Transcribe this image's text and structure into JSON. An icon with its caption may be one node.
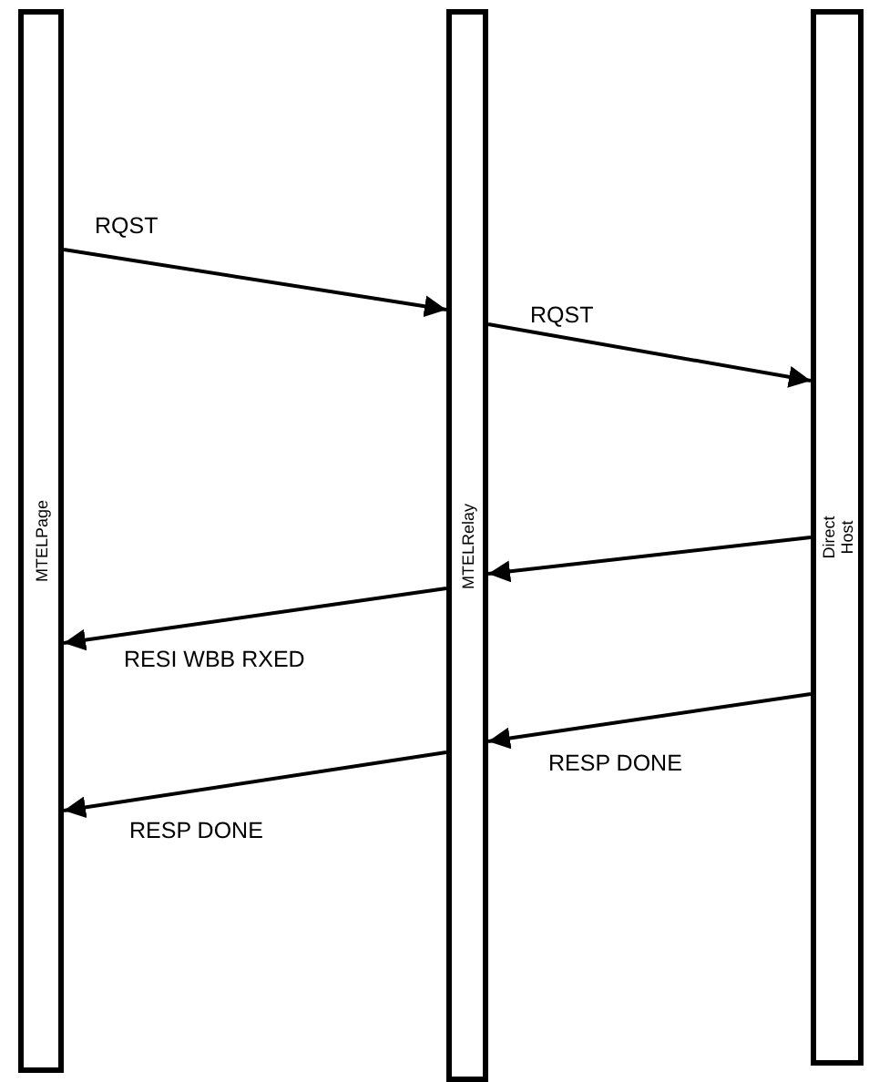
{
  "diagram": {
    "nodes": [
      {
        "text": [
          "MTELPage"
        ]
      },
      {
        "text": [
          "MTELRelay"
        ]
      },
      {
        "text": [
          "Direct Host"
        ]
      }
    ],
    "edges": [
      {
        "from": 0,
        "to": 1,
        "arrow": "to",
        "label": "RQST"
      },
      {
        "from": 1,
        "to": 2,
        "arrow": "to",
        "label": "RQST"
      },
      {
        "from": 2,
        "to": 1,
        "arrow": "to"
      },
      {
        "from": 1,
        "to": 0,
        "arrow": "to",
        "label": "RESI WBB RXED"
      },
      {
        "from": 2,
        "to": 1,
        "arrow": "to",
        "label": "RESP DONE"
      },
      {
        "from": 1,
        "to": 0,
        "arrow": "to",
        "label": "RESP DONE"
      }
    ]
  }
}
